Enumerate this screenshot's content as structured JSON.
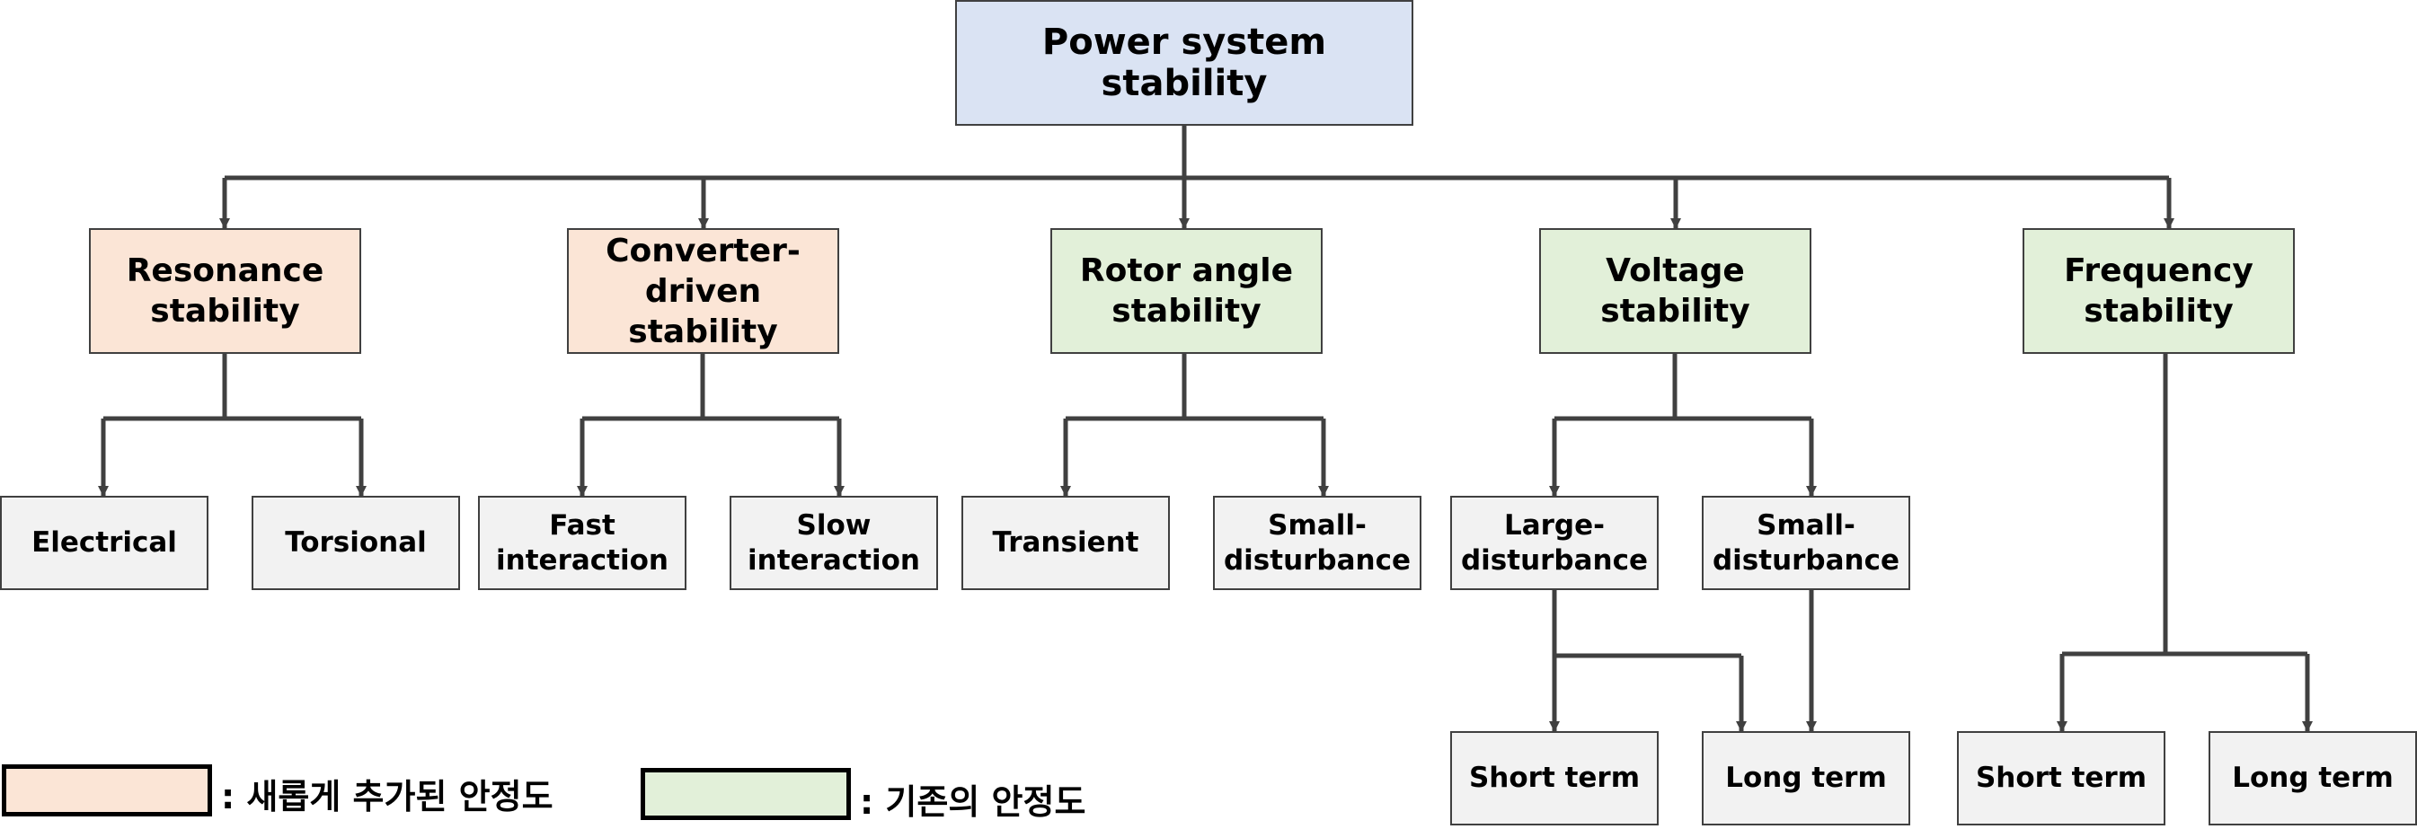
{
  "colors": {
    "root_fill": "#dae3f3",
    "new_fill": "#fbe5d6",
    "existing_fill": "#e2f0d9",
    "leaf_fill": "#f2f2f2",
    "line": "#404040"
  },
  "root": {
    "label": "Power system stability"
  },
  "categories": {
    "resonance": "Resonance\nstability",
    "converter": "Converter-\ndriven stability",
    "rotor": "Rotor angle\nstability",
    "voltage": "Voltage\nstability",
    "frequency": "Frequency\nstability"
  },
  "leaves": {
    "electrical": "Electrical",
    "torsional": "Torsional",
    "fast": "Fast\ninteraction",
    "slow": "Slow\ninteraction",
    "transient": "Transient",
    "rotor_small": "Small-\ndisturbance",
    "voltage_large": "Large-\ndisturbance",
    "voltage_small": "Small-\ndisturbance",
    "voltage_short": "Short term",
    "voltage_long": "Long term",
    "frequency_short": "Short term",
    "frequency_long": "Long term"
  },
  "legend": {
    "new_label": ": 새롭게 추가된 안정도",
    "existing_label": ": 기존의 안정도"
  }
}
